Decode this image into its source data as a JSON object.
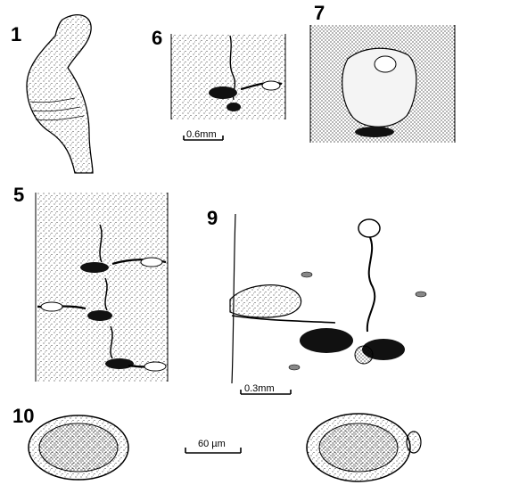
{
  "figures": {
    "fig1": {
      "label": "1"
    },
    "fig6": {
      "label": "6",
      "scale": "0.6mm"
    },
    "fig7": {
      "label": "7"
    },
    "fig5": {
      "label": "5"
    },
    "fig9": {
      "label": "9",
      "scale": "0.3mm"
    },
    "fig10": {
      "label": "10",
      "scale": "60 µm"
    }
  },
  "colors": {
    "ink": "#000000",
    "paper": "#ffffff"
  }
}
